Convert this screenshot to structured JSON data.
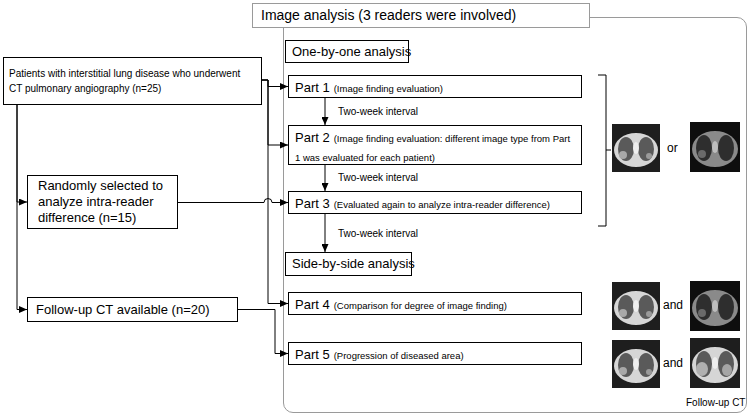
{
  "diagram": {
    "nodes": [
      {
        "text": [
          "Image analysis (3 readers were involved)"
        ]
      },
      {
        "text": [
          "Patients with interstitial lung disease who underwent CT pulmonary angiography (n=25)"
        ]
      },
      {
        "text": [
          "Randomly selected to analyze intra-reader difference (n=15)"
        ]
      },
      {
        "text": [
          "Follow-up CT available (n=20)"
        ]
      },
      {
        "text": [
          "One-by-one analysis"
        ],
        "in": 0
      },
      {
        "text": [
          "Part 1",
          "(Image finding evaluation)"
        ],
        "in": 0
      },
      {
        "text": [
          "Part 2",
          "(Image finding evaluation: different image type from Part 1 was evaluated for each patient)"
        ],
        "in": 0
      },
      {
        "text": [
          "Part 3",
          "(Evaluated again to analyze intra-reader difference)"
        ],
        "in": 0
      },
      {
        "text": [
          "Side-by-side analysis"
        ],
        "in": 0
      },
      {
        "text": [
          "Part 4",
          "(Comparison for degree of image finding)"
        ],
        "in": 0
      },
      {
        "text": [
          "Part 5",
          "(Progression of diseased area)"
        ],
        "in": 0
      }
    ],
    "edges": [
      {
        "from": 1,
        "to": 5,
        "arrow": "to"
      },
      {
        "from": 1,
        "to": 6,
        "arrow": "to"
      },
      {
        "from": 1,
        "to": 9,
        "arrow": "to"
      },
      {
        "from": 1,
        "to": 2,
        "arrow": "to"
      },
      {
        "from": 1,
        "to": 3,
        "arrow": "to"
      },
      {
        "from": 2,
        "to": 7,
        "arrow": "to"
      },
      {
        "from": 3,
        "to": 10,
        "arrow": "to"
      },
      {
        "from": 5,
        "to": 6,
        "arrow": "to"
      },
      {
        "from": 6,
        "to": 7,
        "arrow": "to"
      },
      {
        "from": 7,
        "to": 8,
        "arrow": "to"
      }
    ],
    "labels": [
      "Two-week interval",
      "Two-week interval",
      "Two-week interval",
      "or",
      "and",
      "and",
      "Follow-up CT"
    ]
  }
}
